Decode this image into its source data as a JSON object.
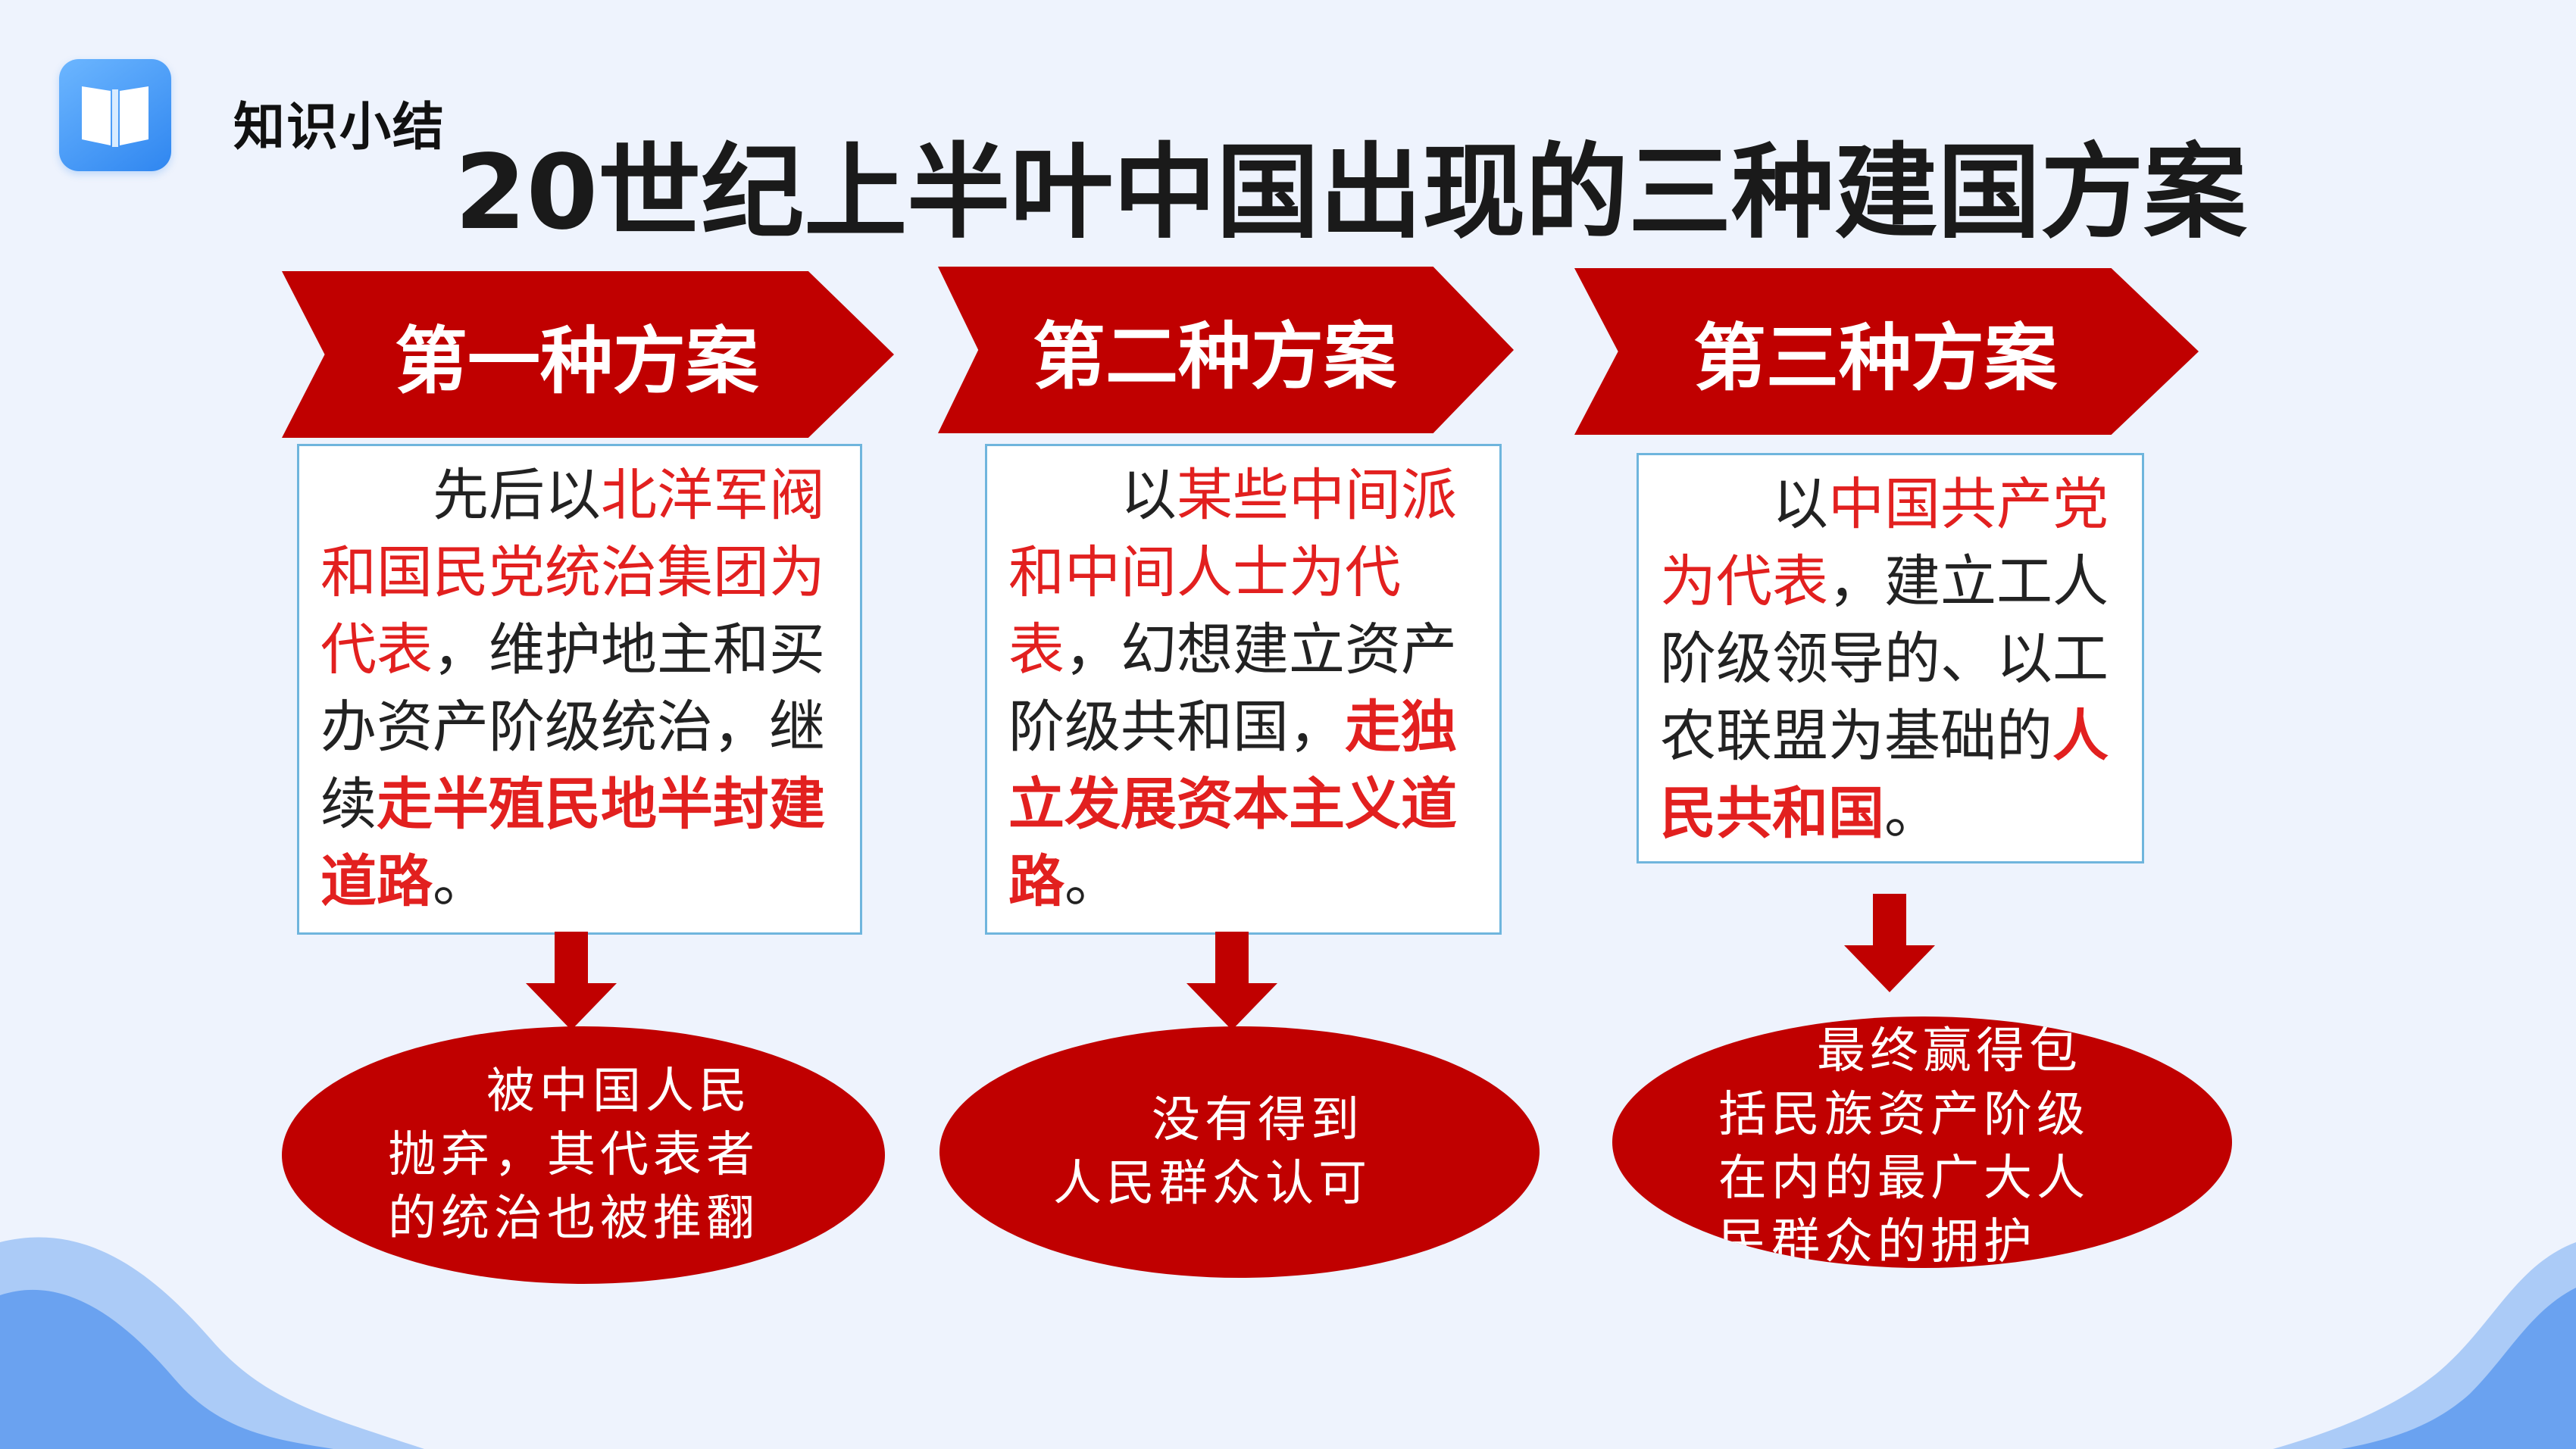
{
  "header": {
    "section_label": "知识小结",
    "title": "20世纪上半叶中国出现的三种建国方案"
  },
  "plans": [
    {
      "banner": "第一种方案",
      "description": [
        {
          "text": "先后以",
          "style": "normal"
        },
        {
          "text": "北洋军阀和国民党统治集团为代表",
          "style": "red"
        },
        {
          "text": "，维护地主和买办资产阶级统治，继续",
          "style": "normal"
        },
        {
          "text": "走半殖民地半封建道路",
          "style": "bold-red"
        },
        {
          "text": "。",
          "style": "normal"
        }
      ],
      "outcome": "被中国人民抛弃，其代表者的统治也被推翻"
    },
    {
      "banner": "第二种方案",
      "description": [
        {
          "text": "以",
          "style": "normal"
        },
        {
          "text": "某些中间派和中间人士为代表",
          "style": "red"
        },
        {
          "text": "，幻想建立资产阶级共和国，",
          "style": "normal"
        },
        {
          "text": "走独立发展资本主义道路",
          "style": "bold-red"
        },
        {
          "text": "。",
          "style": "normal"
        }
      ],
      "outcome": "没有得到人民群众认可"
    },
    {
      "banner": "第三种方案",
      "description": [
        {
          "text": "以",
          "style": "normal"
        },
        {
          "text": "中国共产党为代表",
          "style": "red"
        },
        {
          "text": "，建立工人阶级领导的、以工农联盟为基础的",
          "style": "normal"
        },
        {
          "text": "人民共和国",
          "style": "bold-red"
        },
        {
          "text": "。",
          "style": "normal"
        }
      ],
      "outcome": "最终赢得包括民族资产阶级在内的最广大人民群众的拥护"
    }
  ],
  "colors": {
    "background": "#eef3fd",
    "banner": "#c00000",
    "highlight_red": "#e2201f",
    "box_border": "#6fb5dd",
    "icon_blue": "#2f86f0",
    "wave_blue": "#5e9bee"
  },
  "icons": {
    "logo": "open-book-icon"
  }
}
